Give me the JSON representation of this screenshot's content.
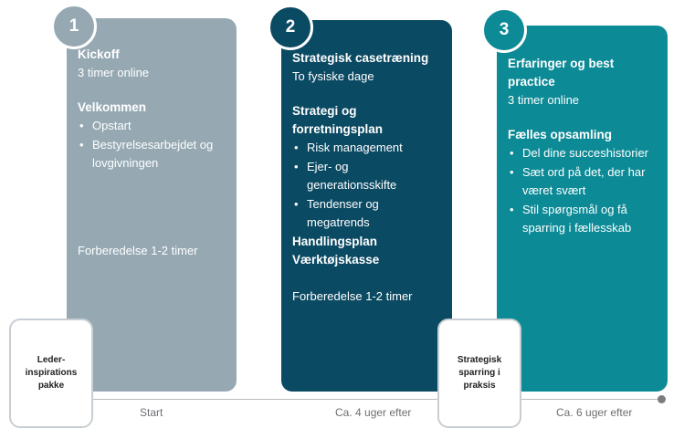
{
  "colors": {
    "card1": "#96a9b3",
    "card2": "#0b4a63",
    "card3": "#0c8a96",
    "badge1": "#96a9b3",
    "badge2": "#0b4a63",
    "badge3": "#0c8a96"
  },
  "steps": [
    {
      "number": "1",
      "title": "Kickoff",
      "subtitle": "3 timer online",
      "section_title": "Velkommen",
      "bullets": [
        "Opstart",
        "Bestyrelsesarbejdet og lovgivningen"
      ],
      "footer": "Forberedelse 1-2 timer"
    },
    {
      "number": "2",
      "title": "Strategisk casetræning",
      "subtitle": "To fysiske dage",
      "section_title": "Strategi og forretningsplan",
      "bullets": [
        "Risk management",
        "Ejer- og generationsskifte",
        "Tendenser og megatrends"
      ],
      "extra_titles": [
        "Handlingsplan",
        "Værktøjskasse"
      ],
      "footer": "Forberedelse 1-2 timer"
    },
    {
      "number": "3",
      "title": "Erfaringer og best practice",
      "subtitle": "3 timer online",
      "section_title": "Fælles opsamling",
      "bullets": [
        "Del dine succeshistorier",
        "Sæt ord på det, der har været svært",
        "Stil spørgsmål og få sparring i fællesskab"
      ]
    }
  ],
  "side_boxes": [
    {
      "label": "Leder-inspirations pakke"
    },
    {
      "label": "Strategisk sparring i praksis"
    }
  ],
  "timeline": {
    "labels": [
      "Start",
      "Ca. 4 uger efter",
      "Ca. 6 uger efter"
    ]
  }
}
